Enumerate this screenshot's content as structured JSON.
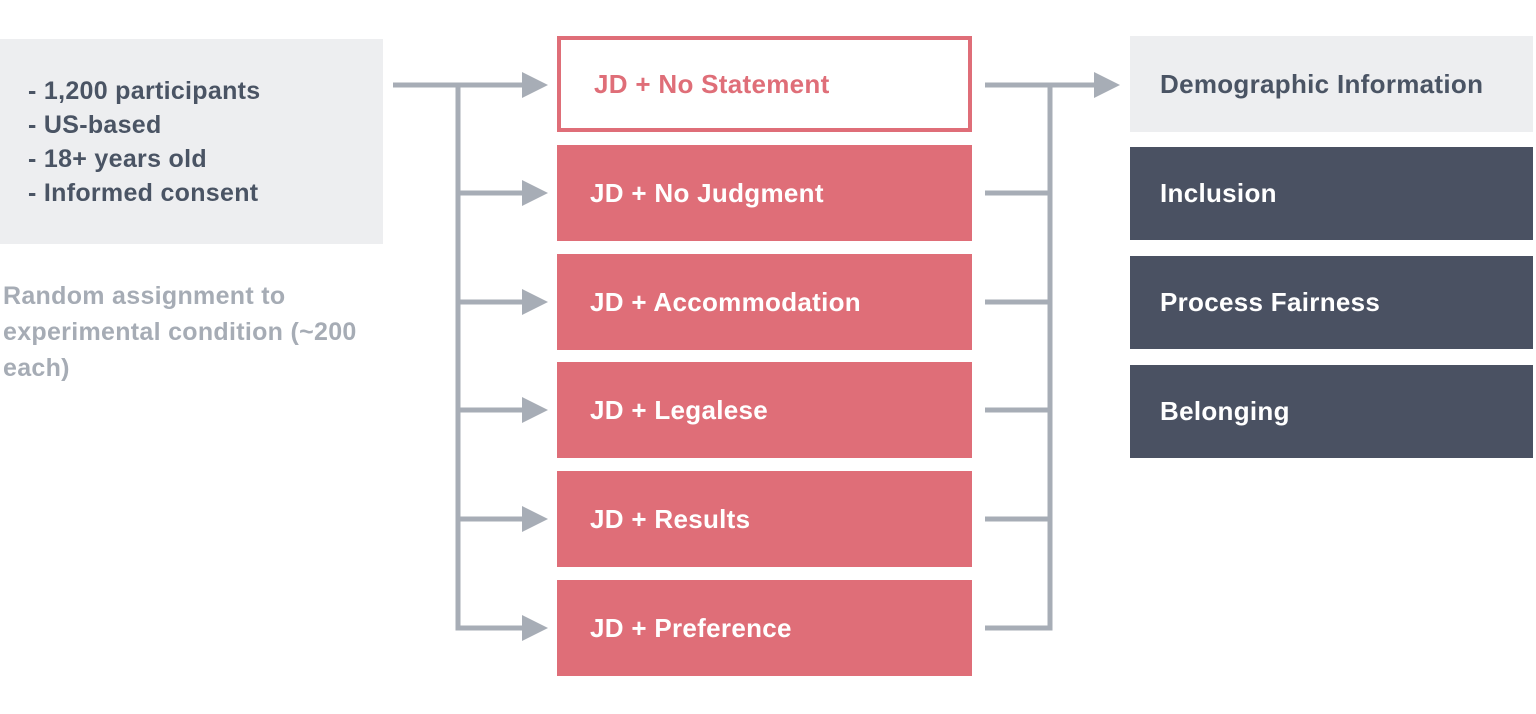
{
  "colors": {
    "accent_red": "#df6e78",
    "dark_slate": "#4a5162",
    "light_gray_box": "#edeef0",
    "connector_gray": "#a7adb6",
    "muted_note_text": "#a6acb5",
    "dark_text": "#4a5464"
  },
  "left_panel": {
    "criteria": [
      "- 1,200 participants",
      "- US-based",
      "- 18+ years old",
      "- Informed consent"
    ],
    "note": "Random assignment to experimental condition (~200 each)"
  },
  "conditions": [
    {
      "label": "JD + No Statement",
      "style": "outlined"
    },
    {
      "label": "JD + No Judgment",
      "style": "filled"
    },
    {
      "label": "JD + Accommodation",
      "style": "filled"
    },
    {
      "label": "JD + Legalese",
      "style": "filled"
    },
    {
      "label": "JD + Results",
      "style": "filled"
    },
    {
      "label": "JD + Preference",
      "style": "filled"
    }
  ],
  "outcomes": [
    {
      "label": "Demographic Information",
      "style": "light"
    },
    {
      "label": "Inclusion",
      "style": "dark"
    },
    {
      "label": "Process Fairness",
      "style": "dark"
    },
    {
      "label": "Belonging",
      "style": "dark"
    }
  ]
}
